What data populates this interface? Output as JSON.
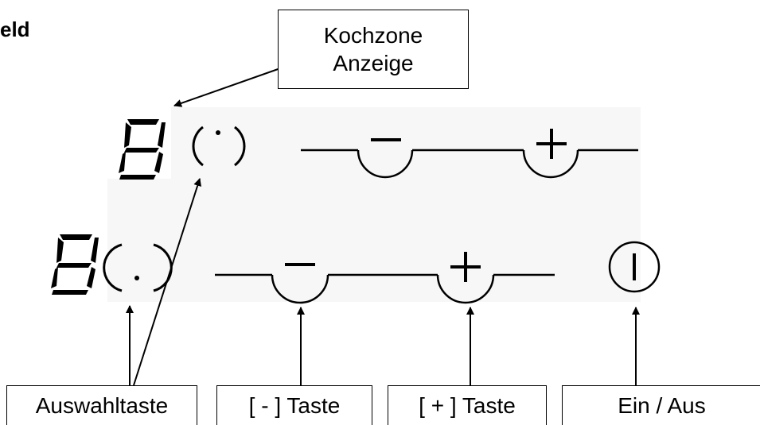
{
  "heading": "eld",
  "labels": {
    "kochzone_line1": "Kochzone",
    "kochzone_line2": "Anzeige",
    "auswahltaste": "Auswahltaste",
    "minus_taste": "[ - ] Taste",
    "plus_taste": "[ + ] Taste",
    "ein_aus": "Ein / Aus"
  },
  "displays": {
    "top_digit": "8",
    "bottom_digit": "8"
  },
  "colors": {
    "panel_background": "#f7f7f7",
    "stroke": "#000000"
  },
  "icons": [
    "seven-segment-display-icon",
    "select-key-icon",
    "minus-key-icon",
    "plus-key-icon",
    "power-key-icon",
    "arrow-icon"
  ]
}
